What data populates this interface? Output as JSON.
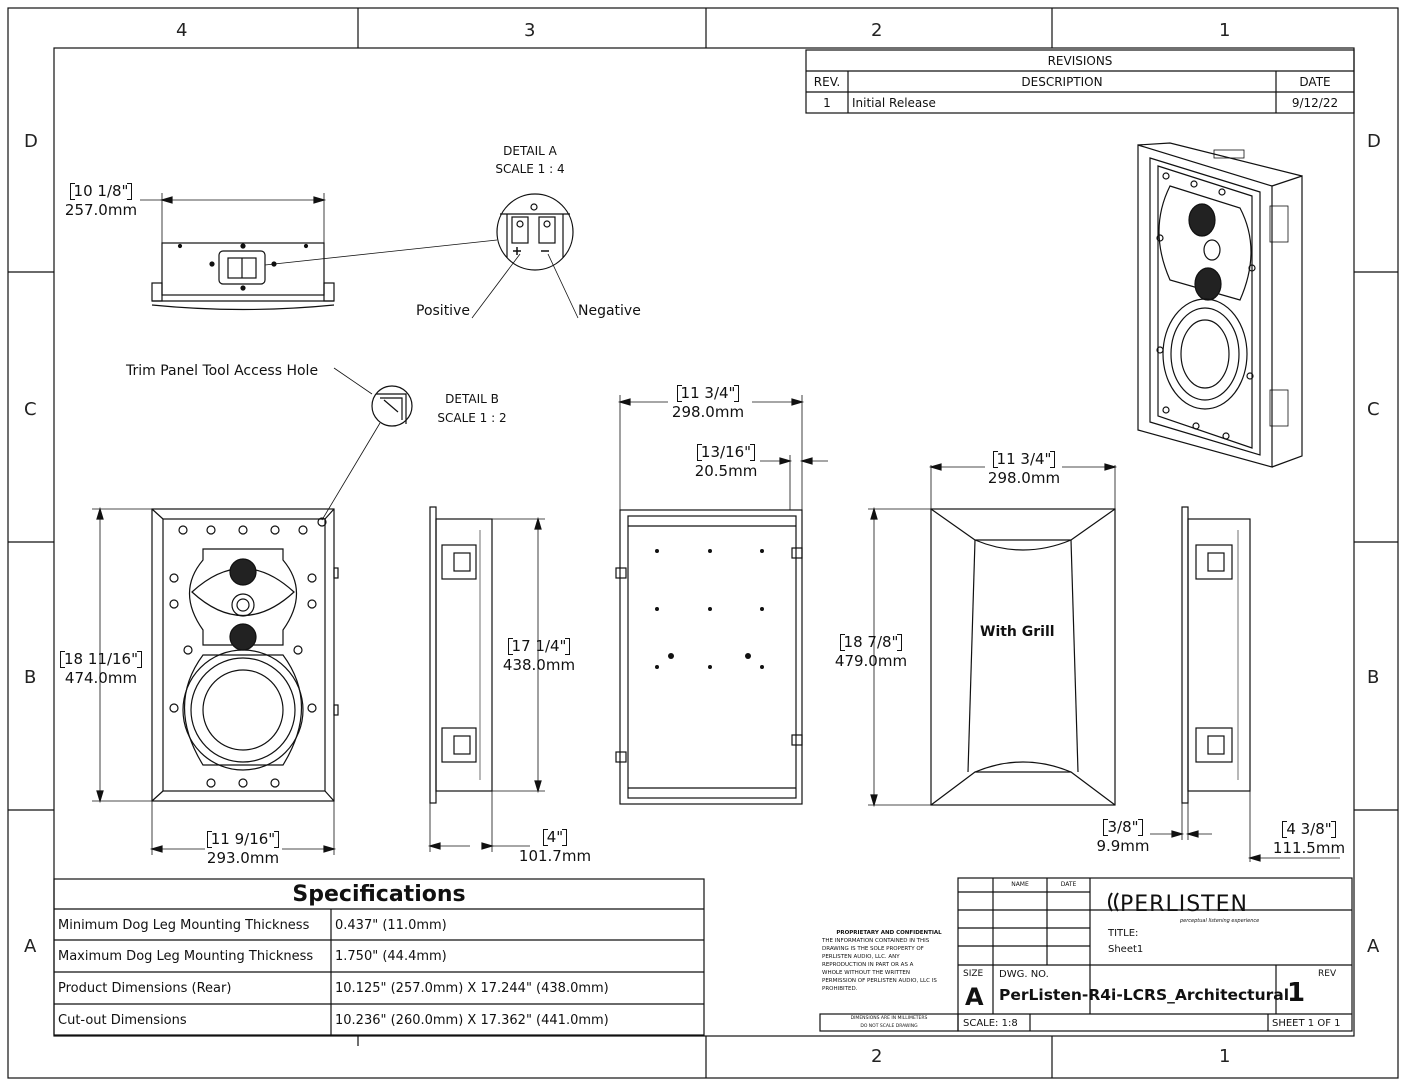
{
  "zones": {
    "top": [
      "4",
      "3",
      "2",
      "1"
    ],
    "bottom": [
      "2",
      "1"
    ],
    "left": [
      "D",
      "C",
      "B",
      "A"
    ],
    "right": [
      "D",
      "C",
      "B",
      "A"
    ]
  },
  "revisions": {
    "title": "REVISIONS",
    "headers": {
      "rev": "REV.",
      "description": "DESCRIPTION",
      "date": "DATE"
    },
    "rows": [
      {
        "rev": "1",
        "description": "Initial Release",
        "date": "9/12/22"
      }
    ]
  },
  "details": {
    "a_title": "DETAIL A",
    "a_scale": "SCALE 1 : 4",
    "b_title": "DETAIL B",
    "b_scale": "SCALE 1 : 2"
  },
  "labels": {
    "positive": "Positive",
    "negative": "Negative",
    "trim_hole": "Trim Panel Tool Access Hole",
    "with_grill": "With Grill"
  },
  "dimensions": {
    "top_width_in": "10 1/8\"",
    "top_width_mm": "257.0mm",
    "front_height_in": "18 11/16\"",
    "front_height_mm": "474.0mm",
    "front_width_in": "11 9/16\"",
    "front_width_mm": "293.0mm",
    "side_height_in": "17 1/4\"",
    "side_height_mm": "438.0mm",
    "side_depth_in": "4\"",
    "side_depth_mm": "101.7mm",
    "rear_width_in": "11 3/4\"",
    "rear_width_mm": "298.0mm",
    "flange_in": "13/16\"",
    "flange_mm": "20.5mm",
    "grill_width_in": "11 3/4\"",
    "grill_width_mm": "298.0mm",
    "grill_height_in": "18 7/8\"",
    "grill_height_mm": "479.0mm",
    "lip_in": "3/8\"",
    "lip_mm": "9.9mm",
    "total_depth_in": "4 3/8\"",
    "total_depth_mm": "111.5mm"
  },
  "specifications": {
    "title": "Specifications",
    "rows": [
      {
        "label": "Minimum Dog Leg Mounting Thickness",
        "value": "0.437\" (11.0mm)"
      },
      {
        "label": "Maximum Dog Leg Mounting Thickness",
        "value": "1.750\" (44.4mm)"
      },
      {
        "label": "Product Dimensions (Rear)",
        "value": "10.125\" (257.0mm) X 17.244\" (438.0mm)"
      },
      {
        "label": "Cut-out Dimensions",
        "value": "10.236\" (260.0mm) X 17.362\" (441.0mm)"
      }
    ]
  },
  "title_block": {
    "name_label": "NAME",
    "date_label": "DATE",
    "proprietary_title": "PROPRIETARY AND CONFIDENTIAL",
    "proprietary_lines": [
      "THE INFORMATION CONTAINED IN THIS",
      "DRAWING IS THE SOLE PROPERTY OF",
      "PERLISTEN AUDIO, LLC. ANY",
      "REPRODUCTION IN PART OR AS A",
      "WHOLE WITHOUT THE WRITTEN",
      "PERMISSION OF PERLISTEN AUDIO, LLC IS",
      "PROHIBITED."
    ],
    "dims_note_1": "DIMENSIONS ARE IN MILLIMETERS",
    "dims_note_2": "DO NOT SCALE DRAWING",
    "logo_text": "PERLISTEN",
    "logo_tagline": "perceptual listening experience",
    "title_label": "TITLE:",
    "title_value": "Sheet1",
    "size_label": "SIZE",
    "size_value": "A",
    "dwg_label": "DWG. NO.",
    "dwg_value": "PerListen-R4i-LCRS_Architectural",
    "rev_label": "REV",
    "rev_value": "1",
    "scale": "SCALE: 1:8",
    "sheet": "SHEET 1 OF 1"
  }
}
